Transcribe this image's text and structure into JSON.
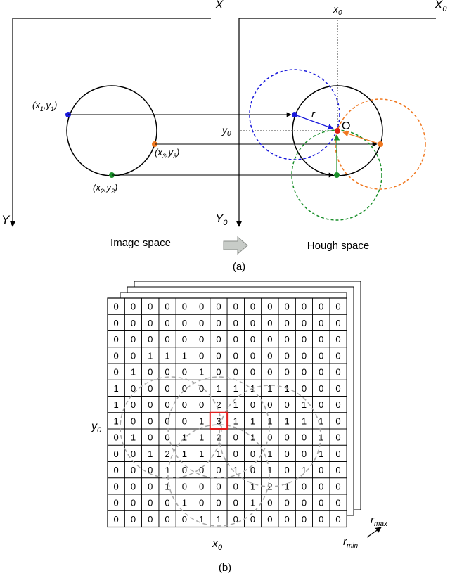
{
  "figure": {
    "image_space": {
      "axis_x_label": "X",
      "axis_y_label": "Y",
      "caption": "Image space",
      "points": [
        {
          "name": "p1",
          "label": "(x1,y1)",
          "base": "x",
          "sub1": "1",
          "base2": "y",
          "sub2": "1",
          "color": "#1a1adb"
        },
        {
          "name": "p2",
          "label": "(x2,y2)",
          "base": "x",
          "sub1": "2",
          "base2": "y",
          "sub2": "2",
          "color": "#1a8f2a"
        },
        {
          "name": "p3",
          "label": "(x3,y3)",
          "base": "x",
          "sub1": "3",
          "base2": "y",
          "sub2": "3",
          "color": "#f07820"
        }
      ]
    },
    "hough_space": {
      "axis_x_label": "X",
      "axis_x_sub": "0",
      "axis_y_label": "Y",
      "axis_y_sub": "0",
      "x0_label": "x",
      "x0_sub": "0",
      "y0_label": "y",
      "y0_sub": "0",
      "r_label": "r",
      "center_label": "O",
      "caption": "Hough space",
      "colors": {
        "blue": "#1a1adb",
        "green": "#1a8f2a",
        "orange": "#f07820",
        "center": "#e02010"
      }
    },
    "caption_a": "(a)",
    "accumulator": {
      "grid": [
        [
          0,
          0,
          0,
          0,
          0,
          0,
          0,
          0,
          0,
          0,
          0,
          0,
          0,
          0
        ],
        [
          0,
          0,
          0,
          0,
          0,
          0,
          0,
          0,
          0,
          0,
          0,
          0,
          0,
          0
        ],
        [
          0,
          0,
          0,
          0,
          0,
          0,
          0,
          0,
          0,
          0,
          0,
          0,
          0,
          0
        ],
        [
          0,
          0,
          1,
          1,
          1,
          0,
          0,
          0,
          0,
          0,
          0,
          0,
          0,
          0
        ],
        [
          0,
          1,
          0,
          0,
          0,
          1,
          0,
          0,
          0,
          0,
          0,
          0,
          0,
          0
        ],
        [
          1,
          0,
          0,
          0,
          0,
          0,
          1,
          1,
          1,
          1,
          1,
          0,
          0,
          0
        ],
        [
          1,
          0,
          0,
          0,
          0,
          0,
          2,
          1,
          0,
          0,
          0,
          1,
          0,
          0
        ],
        [
          1,
          0,
          0,
          0,
          0,
          1,
          3,
          1,
          1,
          1,
          1,
          1,
          1,
          0
        ],
        [
          0,
          1,
          0,
          0,
          1,
          1,
          2,
          0,
          1,
          0,
          0,
          0,
          1,
          0
        ],
        [
          0,
          0,
          1,
          2,
          1,
          1,
          1,
          0,
          0,
          1,
          0,
          0,
          1,
          0
        ],
        [
          0,
          0,
          0,
          1,
          0,
          0,
          0,
          1,
          0,
          1,
          0,
          1,
          0,
          0
        ],
        [
          0,
          0,
          0,
          1,
          0,
          0,
          0,
          0,
          1,
          2,
          1,
          0,
          0,
          0
        ],
        [
          0,
          0,
          0,
          0,
          1,
          0,
          0,
          0,
          1,
          0,
          0,
          0,
          0,
          0
        ],
        [
          0,
          0,
          0,
          0,
          0,
          1,
          1,
          0,
          0,
          0,
          0,
          0,
          0,
          0
        ]
      ],
      "highlight_row": 7,
      "highlight_col": 6,
      "y0_label": "y",
      "y0_sub": "0",
      "x0_label": "x",
      "x0_sub": "0",
      "rmax_label": "r",
      "rmax_sub": "max",
      "rmin_label": "r",
      "rmin_sub": "min",
      "highlight_color": "#e02020"
    },
    "caption_b": "(b)"
  }
}
